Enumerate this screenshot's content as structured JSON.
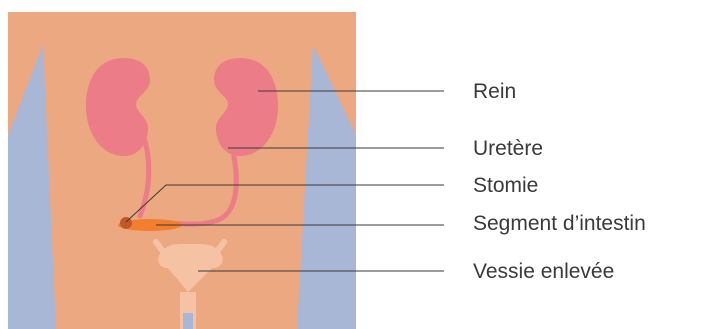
{
  "figure": {
    "labels": [
      {
        "id": "rein",
        "text": "Rein"
      },
      {
        "id": "uretere",
        "text": "Uretère"
      },
      {
        "id": "stomie",
        "text": "Stomie"
      },
      {
        "id": "segment",
        "text": "Segment d’intestin"
      },
      {
        "id": "vessie",
        "text": "Vessie enlevée"
      }
    ]
  },
  "colors": {
    "skin": "#ECA880",
    "arms": "#A9B7D6",
    "organs": "#EC7C88",
    "intestine": "#F17F2F",
    "bladder_removed": "#F5C3A4",
    "leader_lines": "#3a3a3a",
    "label_text": "#3a3a3a"
  }
}
